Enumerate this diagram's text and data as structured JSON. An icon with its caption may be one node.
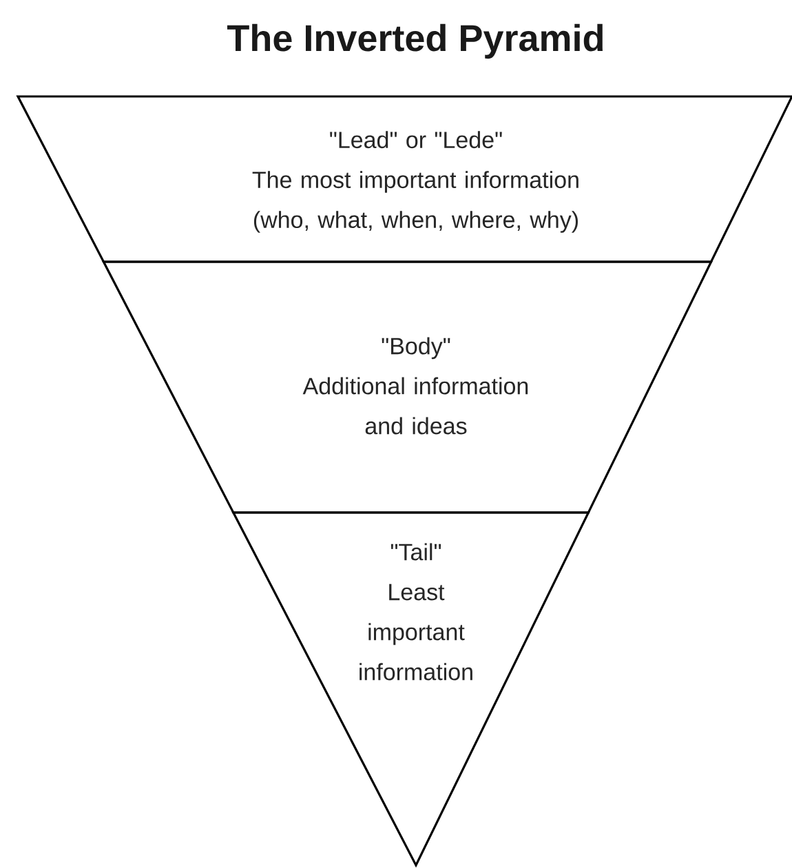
{
  "diagram": {
    "title": "The Inverted Pyramid",
    "nodes": [
      {
        "text": [
          "\"Lead\" or \"Lede\"",
          "The most important information (who, what, when, where, why)"
        ]
      },
      {
        "text": [
          "\"Body\"",
          "Additional information and ideas"
        ]
      },
      {
        "text": [
          "\"Tail\"",
          "Least important information"
        ]
      }
    ]
  }
}
